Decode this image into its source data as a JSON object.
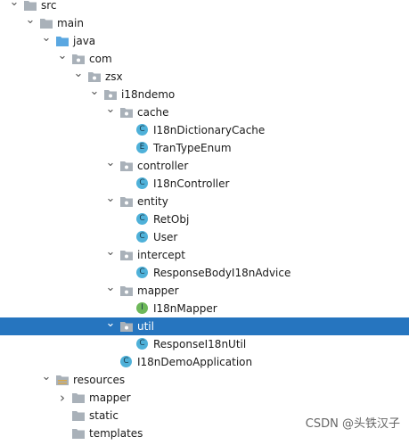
{
  "tree": [
    {
      "label": "src",
      "depth": 0,
      "expanded": true,
      "icon": "folder-icon"
    },
    {
      "label": "main",
      "depth": 1,
      "expanded": true,
      "icon": "folder-icon"
    },
    {
      "label": "java",
      "depth": 2,
      "expanded": true,
      "icon": "source-folder-icon"
    },
    {
      "label": "com",
      "depth": 3,
      "expanded": true,
      "icon": "package-icon"
    },
    {
      "label": "zsx",
      "depth": 4,
      "expanded": true,
      "icon": "package-icon"
    },
    {
      "label": "i18ndemo",
      "depth": 5,
      "expanded": true,
      "icon": "package-icon"
    },
    {
      "label": "cache",
      "depth": 6,
      "expanded": true,
      "icon": "package-icon"
    },
    {
      "label": "I18nDictionaryCache",
      "depth": 7,
      "expanded": null,
      "icon": "class-icon",
      "badge": "C"
    },
    {
      "label": "TranTypeEnum",
      "depth": 7,
      "expanded": null,
      "icon": "enum-icon",
      "badge": "E"
    },
    {
      "label": "controller",
      "depth": 6,
      "expanded": true,
      "icon": "package-icon"
    },
    {
      "label": "I18nController",
      "depth": 7,
      "expanded": null,
      "icon": "class-icon",
      "badge": "C"
    },
    {
      "label": "entity",
      "depth": 6,
      "expanded": true,
      "icon": "package-icon"
    },
    {
      "label": "RetObj",
      "depth": 7,
      "expanded": null,
      "icon": "class-icon",
      "badge": "C"
    },
    {
      "label": "User",
      "depth": 7,
      "expanded": null,
      "icon": "class-icon",
      "badge": "C"
    },
    {
      "label": "intercept",
      "depth": 6,
      "expanded": true,
      "icon": "package-icon"
    },
    {
      "label": "ResponseBodyI18nAdvice",
      "depth": 7,
      "expanded": null,
      "icon": "class-icon",
      "badge": "C"
    },
    {
      "label": "mapper",
      "depth": 6,
      "expanded": true,
      "icon": "package-icon"
    },
    {
      "label": "I18nMapper",
      "depth": 7,
      "expanded": null,
      "icon": "interface-icon",
      "badge": "I"
    },
    {
      "label": "util",
      "depth": 6,
      "expanded": true,
      "icon": "package-icon",
      "selected": true
    },
    {
      "label": "ResponseI18nUtil",
      "depth": 7,
      "expanded": null,
      "icon": "class-icon",
      "badge": "C"
    },
    {
      "label": "I18nDemoApplication",
      "depth": 6,
      "expanded": null,
      "icon": "spring-boot-class-icon",
      "badge": "C"
    },
    {
      "label": "resources",
      "depth": 2,
      "expanded": true,
      "icon": "resources-folder-icon"
    },
    {
      "label": "mapper",
      "depth": 3,
      "expanded": false,
      "icon": "folder-icon"
    },
    {
      "label": "static",
      "depth": 3,
      "expanded": null,
      "icon": "folder-icon"
    },
    {
      "label": "templates",
      "depth": 3,
      "expanded": null,
      "icon": "folder-icon"
    }
  ],
  "watermark": "CSDN @头铁汉子",
  "colors": {
    "selection": "#2675bf",
    "folder": "#a9b1b9",
    "source_folder": "#5aa7e0",
    "class_badge": "#4fb1d9",
    "interface_badge": "#6eb85a",
    "enum_badge": "#4fb1d9",
    "resources_stripes": "#d8a84a"
  }
}
